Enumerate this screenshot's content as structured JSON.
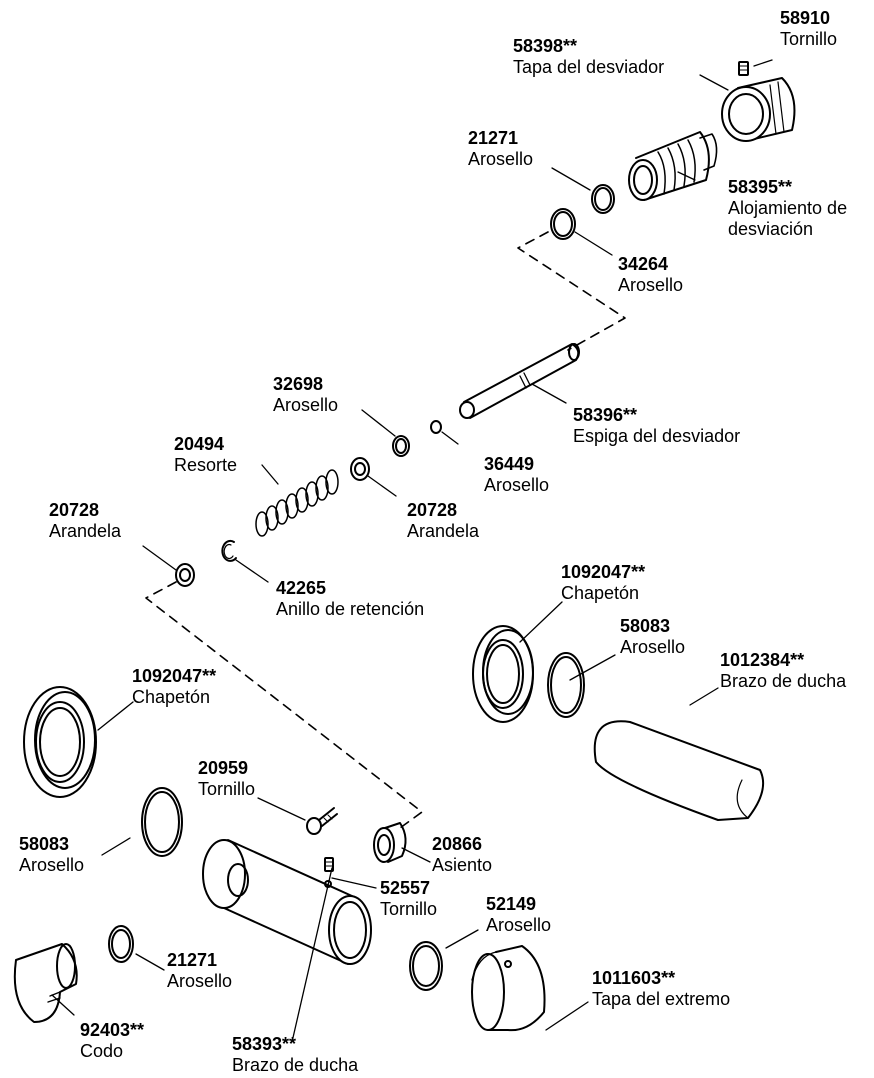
{
  "callouts": [
    {
      "num": "58910",
      "name": "Tornillo"
    },
    {
      "num": "58398**",
      "name": "Tapa del desviador"
    },
    {
      "num": "21271",
      "name": "Arosello"
    },
    {
      "num": "58395**",
      "name": "Alojamiento de",
      "name2": "desviación"
    },
    {
      "num": "34264",
      "name": "Arosello"
    },
    {
      "num": "32698",
      "name": "Arosello"
    },
    {
      "num": "58396**",
      "name": "Espiga del desviador"
    },
    {
      "num": "20494",
      "name": "Resorte"
    },
    {
      "num": "36449",
      "name": "Arosello"
    },
    {
      "num": "20728",
      "name": "Arandela"
    },
    {
      "num": "20728",
      "name": "Arandela"
    },
    {
      "num": "42265",
      "name": "Anillo de retención"
    },
    {
      "num": "1092047**",
      "name": "Chapetón"
    },
    {
      "num": "58083",
      "name": "Arosello"
    },
    {
      "num": "1012384**",
      "name": "Brazo de ducha"
    },
    {
      "num": "1092047**",
      "name": "Chapetón"
    },
    {
      "num": "20959",
      "name": "Tornillo"
    },
    {
      "num": "20866",
      "name": "Asiento"
    },
    {
      "num": "58083",
      "name": "Arosello"
    },
    {
      "num": "52557",
      "name": "Tornillo"
    },
    {
      "num": "52149",
      "name": "Arosello"
    },
    {
      "num": "21271",
      "name": "Arosello"
    },
    {
      "num": "1011603**",
      "name": "Tapa del extremo"
    },
    {
      "num": "92403**",
      "name": "Codo"
    },
    {
      "num": "58393**",
      "name": "Brazo de ducha"
    }
  ]
}
